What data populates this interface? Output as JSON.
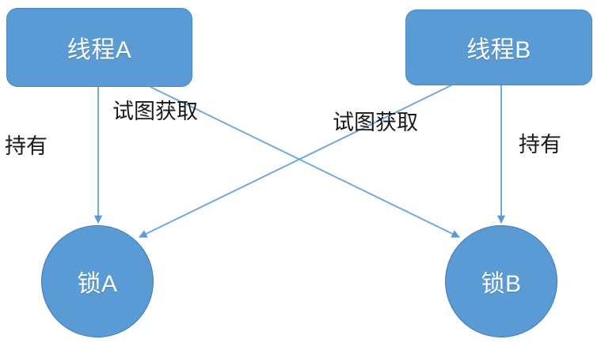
{
  "diagram": {
    "title": "deadlock-diagram",
    "colors": {
      "node_fill": "#5B9BD5",
      "node_text": "#ffffff",
      "edge_line": "#5B9BD5",
      "label_text": "#1a1a1a",
      "background": "#ffffff"
    },
    "nodes": [
      {
        "id": "thread-a",
        "label": "线程A",
        "shape": "rounded-rect"
      },
      {
        "id": "thread-b",
        "label": "线程B",
        "shape": "rounded-rect"
      },
      {
        "id": "lock-a",
        "label": "锁A",
        "shape": "circle"
      },
      {
        "id": "lock-b",
        "label": "锁B",
        "shape": "circle"
      }
    ],
    "edges": [
      {
        "id": "edge-hold-a",
        "from": "thread-a",
        "to": "lock-a",
        "label": "持有"
      },
      {
        "id": "edge-hold-b",
        "from": "thread-b",
        "to": "lock-b",
        "label": "持有"
      },
      {
        "id": "edge-try-a-b",
        "from": "thread-a",
        "to": "lock-b",
        "label": "试图获取"
      },
      {
        "id": "edge-try-b-a",
        "from": "thread-b",
        "to": "lock-a",
        "label": "试图获取"
      }
    ]
  }
}
